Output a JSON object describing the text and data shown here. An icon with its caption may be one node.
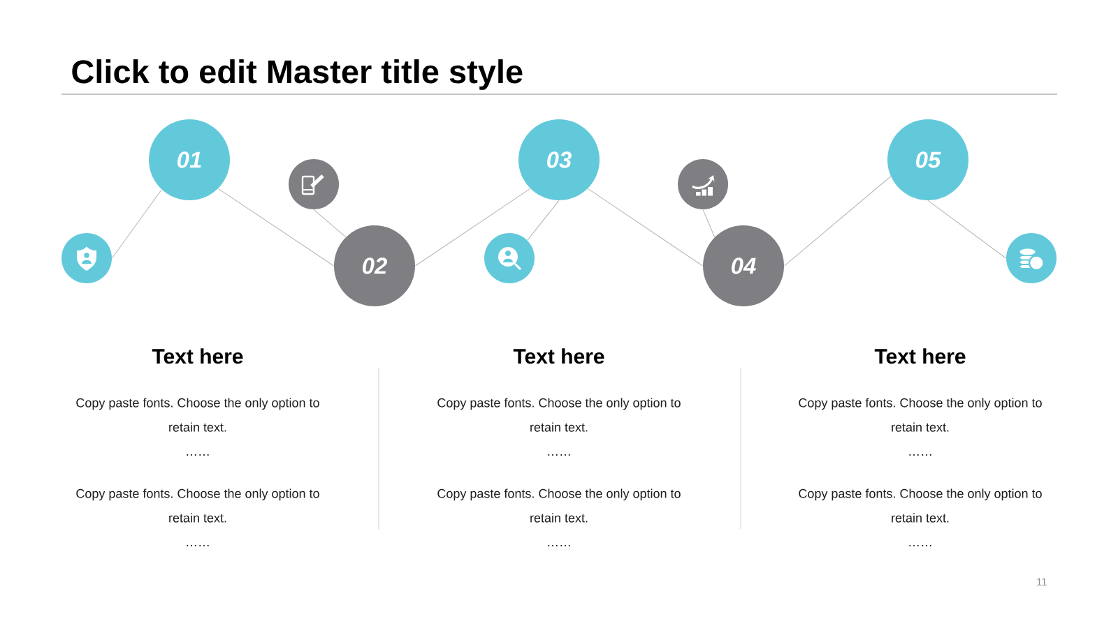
{
  "diagram": {
    "title": "Click to edit Master title style",
    "nodes": [
      {
        "text": [
          "01"
        ]
      },
      {
        "text": [
          "02"
        ]
      },
      {
        "text": [
          "03"
        ]
      },
      {
        "text": [
          "04"
        ]
      },
      {
        "text": [
          "05"
        ]
      },
      {
        "text": [],
        "shape": "circle"
      },
      {
        "text": [],
        "shape": "circle"
      },
      {
        "text": [],
        "shape": "circle"
      },
      {
        "text": [],
        "shape": "circle"
      },
      {
        "text": [],
        "shape": "circle"
      }
    ],
    "edges": [
      {
        "from": 5,
        "to": 0,
        "arrow": "none"
      },
      {
        "from": 0,
        "to": 1,
        "arrow": "none"
      },
      {
        "from": 6,
        "to": 1,
        "arrow": "none"
      },
      {
        "from": 1,
        "to": 2,
        "arrow": "none"
      },
      {
        "from": 2,
        "to": 7,
        "arrow": "none"
      },
      {
        "from": 2,
        "to": 3,
        "arrow": "none"
      },
      {
        "from": 8,
        "to": 3,
        "arrow": "none"
      },
      {
        "from": 3,
        "to": 4,
        "arrow": "none"
      },
      {
        "from": 4,
        "to": 9,
        "arrow": "none"
      }
    ],
    "labels": [
      "Text here",
      "Copy paste fonts. Choose the only option to retain text.",
      "……",
      "Copy paste fonts. Choose the only option to retain text.",
      "……",
      "Text here",
      "Copy paste fonts. Choose the only option to retain text.",
      "……",
      "Copy paste fonts. Choose the only option to retain text.",
      "……",
      "Text here",
      "Copy paste fonts. Choose the only option to retain text.",
      "……",
      "Copy paste fonts. Choose the only option to retain text.",
      "……",
      "11"
    ]
  }
}
